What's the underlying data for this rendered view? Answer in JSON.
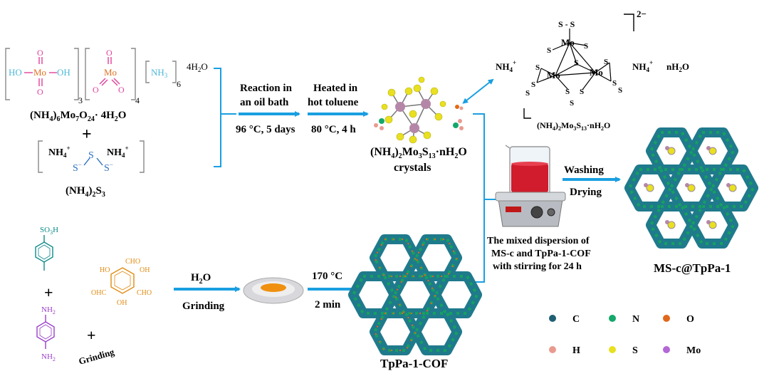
{
  "molybdate": {
    "ho_left": "HO",
    "ho_right": "OH",
    "mo": "Mo",
    "o": "O",
    "sub_three": "3",
    "sub_four": "4",
    "nh3": "NH",
    "nh3_sub": "3",
    "sub_six": "6",
    "water": "4H",
    "water_sub": "2",
    "water_o": "O",
    "formula_main": "(NH",
    "formula_rest": ")",
    "formula_6": "6",
    "formula_mo": "Mo",
    "formula_7": "7",
    "formula_o": "O",
    "formula_24": "24",
    "formula_water": "· 4H",
    "formula_2": "2",
    "formula_o2": "O"
  },
  "plus_sign": "+",
  "polysulfide": {
    "nh4": "NH",
    "nh4_sub": "4",
    "nh4_sup": "+",
    "s": "S",
    "s_minus": "−",
    "formula_a": "(NH",
    "formula_4": "4",
    "formula_b": ")",
    "formula_2": "2",
    "formula_s": "S",
    "formula_3": "3"
  },
  "step1": {
    "line1": "Reaction in",
    "line2": "an oil bath",
    "cond": "96 °C, 5 days"
  },
  "step2": {
    "line1": "Heated in",
    "line2": "hot toluene",
    "cond": "80 °C, 4 h"
  },
  "crystals": {
    "f1": "(NH",
    "f_4": "4",
    "f2": ")",
    "f_2": "2",
    "f3": "Mo",
    "f_3": "3",
    "f4": "S",
    "f_13": "13",
    "f5": "·nH",
    "f_2b": "2",
    "f6": "O",
    "line2": "crystals"
  },
  "cluster": {
    "charge": "2−",
    "mo": "Mo",
    "s": "S",
    "ss": "S - S",
    "nh4": "NH",
    "nh4_sub": "4",
    "nh4_sup": "+",
    "nh2o": "nH",
    "nh2o_sub": "2",
    "nh2o_o": "O",
    "f1": "(NH",
    "f_4": "4",
    "f2": ")",
    "f_2": "2",
    "f3": "Mo",
    "f_3": "3",
    "f4": "S",
    "f_13": "13",
    "f5": "·nH",
    "f_2b": "2",
    "f6": "O"
  },
  "tosyl": {
    "so3h": "SO",
    "so3h_sub": "3",
    "so3h_h": "H"
  },
  "aldehyde": {
    "cho": "CHO",
    "ohc": "OHC",
    "oh": "OH",
    "ho": "HO"
  },
  "diamine": {
    "nh2": "NH",
    "nh2_sub": "2"
  },
  "grinding_word": "Grinding",
  "step3": {
    "h2o": "H",
    "h2o_sub": "2",
    "h2o_o": "O",
    "grinding": "Grinding"
  },
  "step4": {
    "temp": "170 °C",
    "time": "2 min"
  },
  "cof_label": "TpPa-1-COF",
  "mixing": {
    "line1": "The mixed dispersion of",
    "line2": "MS-c and TpPa-1-COF",
    "line3": "with stirring for 24 h"
  },
  "washing": {
    "line1": "Washing",
    "line2": "Drying"
  },
  "product_label": "MS-c@TpPa-1",
  "legend": [
    {
      "label": "C",
      "color": "#1f5f73"
    },
    {
      "label": "N",
      "color": "#14a86a"
    },
    {
      "label": "O",
      "color": "#e0681c"
    },
    {
      "label": "H",
      "color": "#e99a8f"
    },
    {
      "label": "S",
      "color": "#e8e020"
    },
    {
      "label": "Mo",
      "color": "#b467d6"
    }
  ],
  "colors": {
    "arrow": "#1a9fe0",
    "bracket": "#888888",
    "molybdate_o": "#e0409a",
    "mo": "#e07020",
    "nh3": "#4cb8d8",
    "nh4_pink": "#ff18d8",
    "sulfide": "#2a6fbf",
    "cluster_mo": "#e8501c",
    "cluster_s": "#e61ad9",
    "cluster_terminal_s": "#1aa86a",
    "nh4_blue": "#1a5fb8",
    "tosyl": "#0e8a8a",
    "aldehyde": "#e08a10",
    "diamine": "#9a3fc8",
    "cof_teal": "#1f7a8c",
    "cof_green": "#15a060",
    "cof_orange": "#e66a10"
  }
}
